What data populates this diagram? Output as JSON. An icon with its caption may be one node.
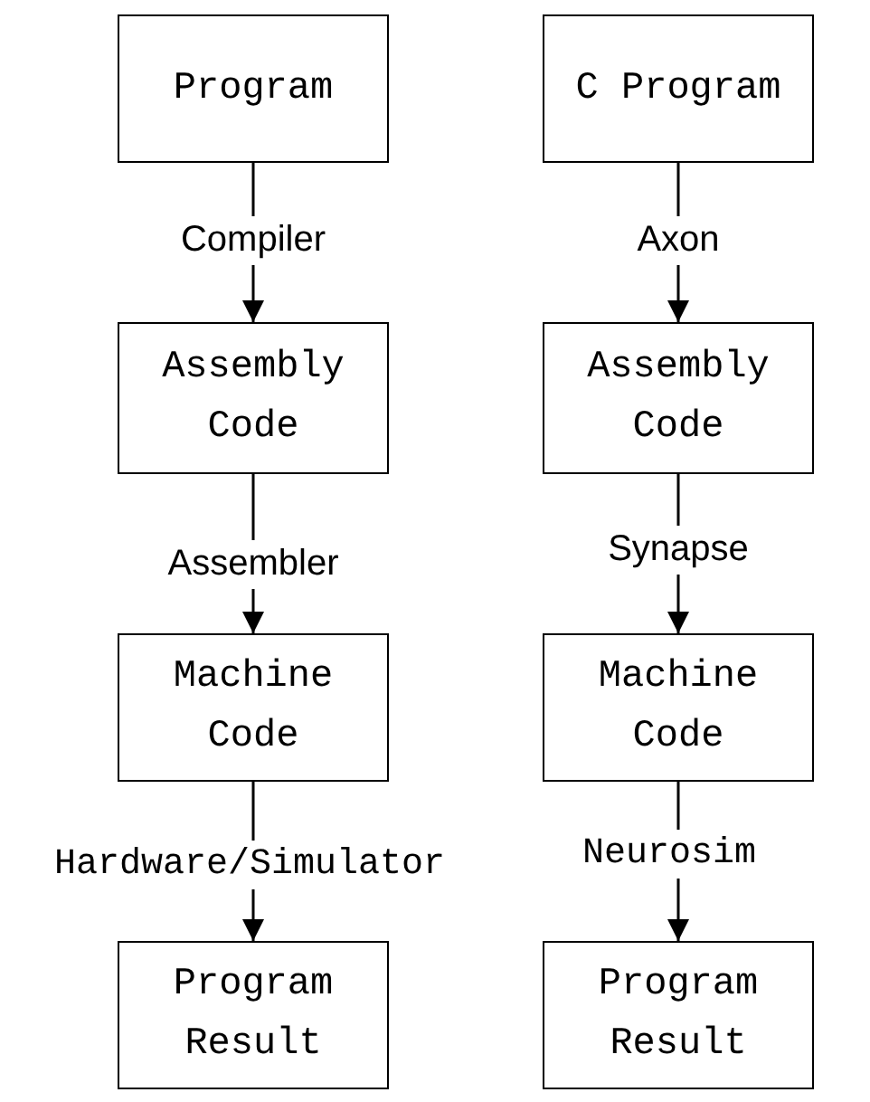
{
  "diagram": {
    "nodes": [
      {
        "text": [
          "Program"
        ]
      },
      {
        "text": [
          "C Program"
        ]
      },
      {
        "text": [
          "Assembly Code"
        ]
      },
      {
        "text": [
          "Assembly Code"
        ]
      },
      {
        "text": [
          "Machine Code"
        ]
      },
      {
        "text": [
          "Machine Code"
        ]
      },
      {
        "text": [
          "Program Result"
        ]
      },
      {
        "text": [
          "Program Result"
        ]
      }
    ],
    "edges": [
      {
        "from": 0,
        "to": 2,
        "arrow": "to",
        "label": "Compiler"
      },
      {
        "from": 1,
        "to": 3,
        "arrow": "to",
        "label": "Axon"
      },
      {
        "from": 2,
        "to": 4,
        "arrow": "to",
        "label": "Assembler"
      },
      {
        "from": 3,
        "to": 5,
        "arrow": "to",
        "label": "Synapse"
      },
      {
        "from": 4,
        "to": 6,
        "arrow": "to",
        "label": "Hardware/Simulator"
      },
      {
        "from": 5,
        "to": 7,
        "arrow": "to",
        "label": "Neurosim"
      }
    ]
  }
}
